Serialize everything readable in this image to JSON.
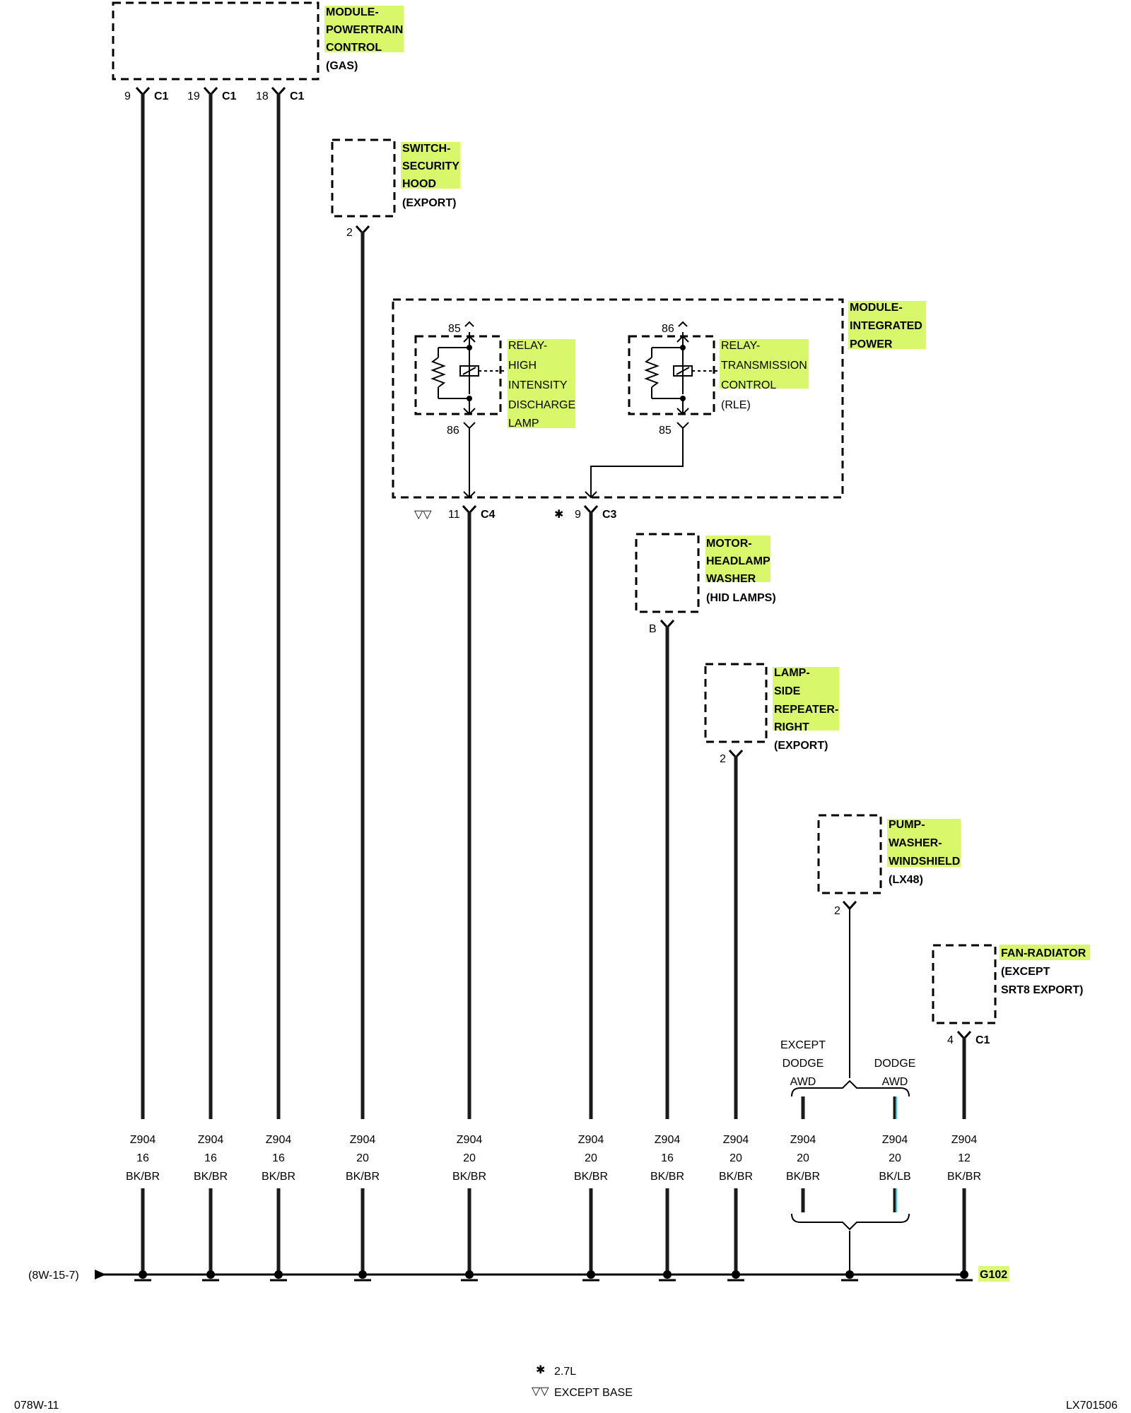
{
  "colors": {
    "highlight": "#d9f76a",
    "wire": "#1a1a1a",
    "cyan_stripe": "#33cccc"
  },
  "components": {
    "pcm": {
      "name": [
        "MODULE-",
        "POWERTRAIN",
        "CONTROL"
      ],
      "note": "(GAS)"
    },
    "hood_switch": {
      "name": [
        "SWITCH-",
        "SECURITY",
        "HOOD"
      ],
      "note": "(EXPORT)"
    },
    "ipm": {
      "name": [
        "MODULE-",
        "INTEGRATED",
        "POWER"
      ]
    },
    "hid_relay": {
      "name": [
        "RELAY-",
        "HIGH",
        "INTENSITY",
        "DISCHARGE",
        "LAMP"
      ],
      "pin_top": "85",
      "pin_bottom": "86"
    },
    "trans_relay": {
      "name": [
        "RELAY-",
        "TRANSMISSION",
        "CONTROL"
      ],
      "note": "(RLE)",
      "pin_top": "86",
      "pin_bottom": "85"
    },
    "headlamp_washer": {
      "name": [
        "MOTOR-",
        "HEADLAMP",
        "WASHER"
      ],
      "note": "(HID LAMPS)"
    },
    "side_repeater": {
      "name": [
        "LAMP-",
        "SIDE",
        "REPEATER-",
        "RIGHT"
      ],
      "note": "(EXPORT)"
    },
    "washer_pump": {
      "name": [
        "PUMP-",
        "WASHER-",
        "WINDSHIELD"
      ],
      "note": "(LX48)"
    },
    "fan_radiator": {
      "name": [
        "FAN-RADIATOR"
      ],
      "note": [
        "(EXCEPT",
        "SRT8 EXPORT)"
      ]
    }
  },
  "connectors": {
    "pcm_9": {
      "pin": "9",
      "conn": "C1"
    },
    "pcm_19": {
      "pin": "19",
      "conn": "C1"
    },
    "pcm_18": {
      "pin": "18",
      "conn": "C1"
    },
    "hood_2": {
      "pin": "2"
    },
    "ipm_c4": {
      "pin": "11",
      "conn": "C4",
      "mark": "▽▽"
    },
    "ipm_c3": {
      "pin": "9",
      "conn": "C3",
      "mark": "✱"
    },
    "washer_b": {
      "pin": "B"
    },
    "repeater_2": {
      "pin": "2"
    },
    "pump_2": {
      "pin": "2"
    },
    "fan_4": {
      "pin": "4",
      "conn": "C1"
    }
  },
  "wires": [
    {
      "circuit": "Z904",
      "gauge": "16",
      "color": "BK/BR"
    },
    {
      "circuit": "Z904",
      "gauge": "16",
      "color": "BK/BR"
    },
    {
      "circuit": "Z904",
      "gauge": "16",
      "color": "BK/BR"
    },
    {
      "circuit": "Z904",
      "gauge": "20",
      "color": "BK/BR"
    },
    {
      "circuit": "Z904",
      "gauge": "20",
      "color": "BK/BR"
    },
    {
      "circuit": "Z904",
      "gauge": "20",
      "color": "BK/BR"
    },
    {
      "circuit": "Z904",
      "gauge": "16",
      "color": "BK/BR"
    },
    {
      "circuit": "Z904",
      "gauge": "20",
      "color": "BK/BR"
    },
    {
      "circuit": "Z904",
      "gauge": "20",
      "color": "BK/BR"
    },
    {
      "circuit": "Z904",
      "gauge": "20",
      "color": "BK/LB"
    },
    {
      "circuit": "Z904",
      "gauge": "12",
      "color": "BK/BR"
    }
  ],
  "variants": {
    "except_dodge_awd": [
      "EXCEPT",
      "DODGE",
      "AWD"
    ],
    "dodge_awd": [
      "DODGE",
      "AWD"
    ]
  },
  "ground": {
    "ref": "(8W-15-7)",
    "name": "G102"
  },
  "legend": [
    {
      "symbol": "✱",
      "text": "2.7L"
    },
    {
      "symbol": "▽▽",
      "text": "EXCEPT BASE"
    }
  ],
  "footer": {
    "left": "078W-11",
    "right": "LX701506"
  }
}
